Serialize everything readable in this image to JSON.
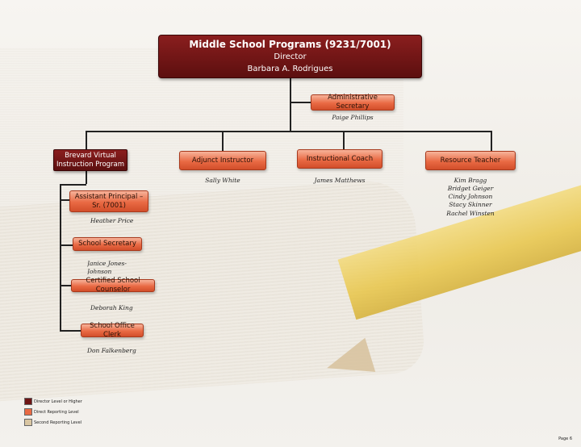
{
  "top": {
    "line1": "Middle School Programs (9231/7001)",
    "line2": "Director",
    "line3": "Barbara A. Rodrigues"
  },
  "admin": {
    "role": "Administrative Secretary",
    "name": "Paige Phillips"
  },
  "virtual": {
    "role": "Brevard Virtual Instruction Program"
  },
  "adjunct": {
    "role": "Adjunct Instructor",
    "name": "Sally White"
  },
  "coach": {
    "role": "Instructional Coach",
    "name": "James Matthews"
  },
  "resource": {
    "role": "Resource Teacher",
    "names": [
      "Kim Bragg",
      "Bridget Geiger",
      "Cindy Johnson",
      "Stacy Skinner",
      "Rachel Winsten"
    ]
  },
  "ap": {
    "role": "Assistant Principal – Sr. (7001)",
    "name": "Heather Price"
  },
  "secretary": {
    "role": "School Secretary",
    "name": "Janice Jones-Johnson"
  },
  "counselor": {
    "role": "Certified School Counselor",
    "name": "Deborah King"
  },
  "clerk": {
    "role": "School Office Clerk",
    "name": "Don Falkenberg"
  },
  "legend": [
    {
      "label": "Director Level or Higher",
      "color": "#6e1515"
    },
    {
      "label": "Direct Reporting Level",
      "color": "#e96a44"
    },
    {
      "label": "Second Reporting Level",
      "color": "#d9c6a2"
    }
  ],
  "page": "Page 6"
}
